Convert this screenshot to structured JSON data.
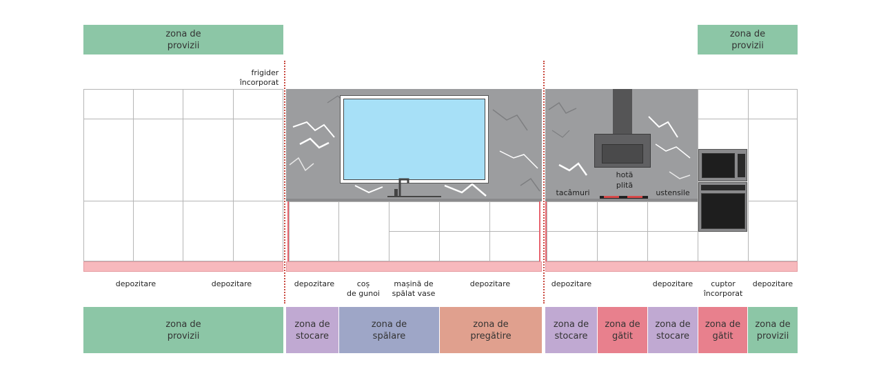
{
  "top_zones": {
    "left": "zona de\nprovizii",
    "right": "zona de\nprovizii"
  },
  "labels": {
    "fridge": "frigider\nîncorporat",
    "hood": "hotă",
    "hob": "plită",
    "cutlery": "tacâmuri",
    "utensils": "ustensile"
  },
  "bottom_labels": [
    "depozitare",
    "depozitare",
    "depozitare",
    "coș\nde gunoi",
    "mașină de\nspălat vase",
    "depozitare",
    "depozitare",
    "depozitare",
    "cuptor\nîncorporat",
    "depozitare"
  ],
  "bottom_zones": [
    {
      "label": "zona de\nprovizii",
      "color": "#8cc6a6"
    },
    {
      "label": "zona de\nstocare",
      "color": "#c0a9d2"
    },
    {
      "label": "zona de\nspălare",
      "color": "#9ea6c7"
    },
    {
      "label": "zona de\npregătire",
      "color": "#e0a08e"
    },
    {
      "label": "zona de\nstocare",
      "color": "#c0a9d2"
    },
    {
      "label": "zona de\ngătit",
      "color": "#e8808d"
    },
    {
      "label": "zona de\nstocare",
      "color": "#c0a9d2"
    },
    {
      "label": "zona de\ngătit",
      "color": "#e8808d"
    },
    {
      "label": "zona de\nprovizii",
      "color": "#8cc6a6"
    }
  ],
  "colors": {
    "provizii": "#8cc6a6",
    "window_glass": "#a7e0f7",
    "marble": "#9c9d9f",
    "plinth": "#f7b9bd",
    "divider": "#c8453b"
  }
}
